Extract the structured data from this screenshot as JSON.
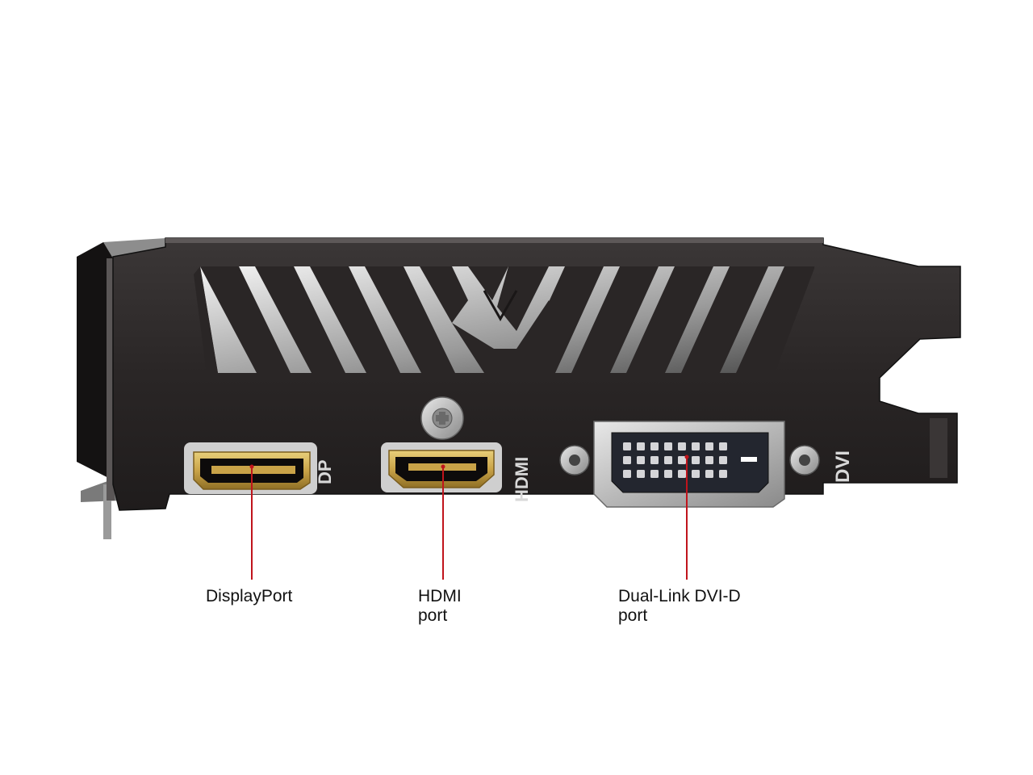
{
  "product": {
    "bracket_marking": "DVI"
  },
  "callouts": [
    {
      "id": "displayport",
      "lines": [
        "DisplayPort"
      ]
    },
    {
      "id": "hdmi",
      "lines": [
        "HDMI",
        "port"
      ]
    },
    {
      "id": "dvi",
      "lines": [
        "Dual-Link DVI-D",
        "port"
      ]
    }
  ],
  "silkscreen": {
    "dp": "DP",
    "hdmi": "HDMI",
    "dvi": "DVI"
  },
  "colors": {
    "background": "#ffffff",
    "bracket": "#2a2727",
    "callout_line": "#c0141c",
    "gold": "#c9a348"
  }
}
